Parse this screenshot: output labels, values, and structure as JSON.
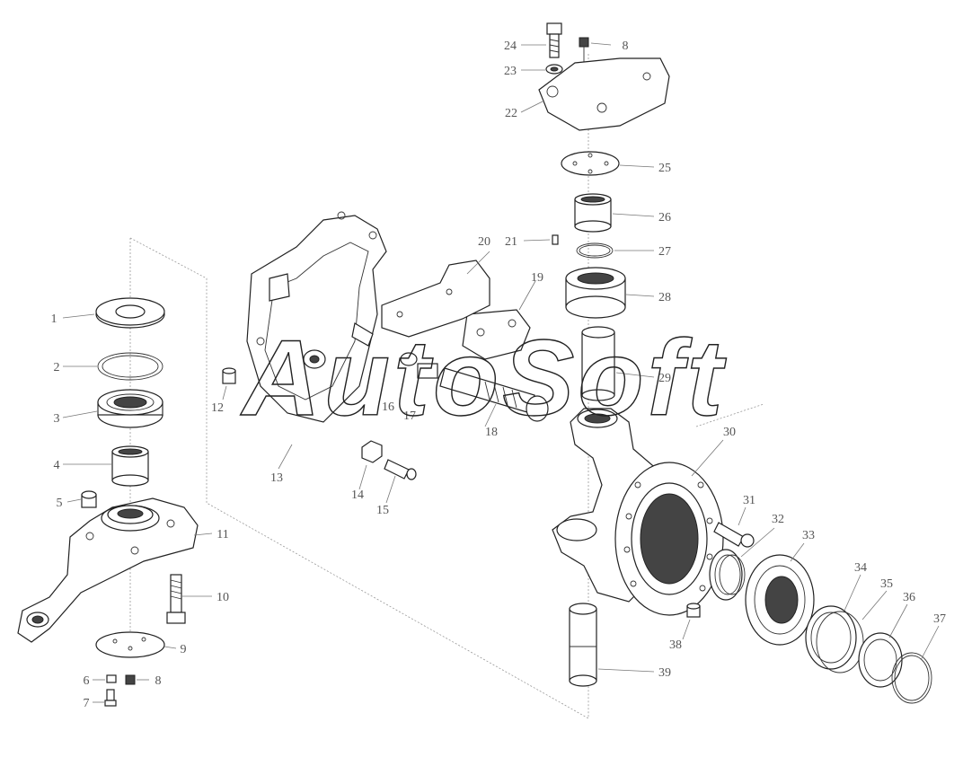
{
  "watermark": "AutoSoft",
  "callouts": {
    "c1": "1",
    "c2": "2",
    "c3": "3",
    "c4": "4",
    "c5": "5",
    "c6": "6",
    "c7": "7",
    "c8a": "8",
    "c8b": "8",
    "c9": "9",
    "c10": "10",
    "c11": "11",
    "c12": "12",
    "c13": "13",
    "c14": "14",
    "c15": "15",
    "c16": "16",
    "c17": "17",
    "c18": "18",
    "c19": "19",
    "c20": "20",
    "c21": "21",
    "c22": "22",
    "c23": "23",
    "c24": "24",
    "c25": "25",
    "c26": "26",
    "c27": "27",
    "c28": "28",
    "c29": "29",
    "c30": "30",
    "c31": "31",
    "c32": "32",
    "c33": "33",
    "c34": "34",
    "c35": "35",
    "c36": "36",
    "c37": "37",
    "c38": "38",
    "c39": "39"
  }
}
